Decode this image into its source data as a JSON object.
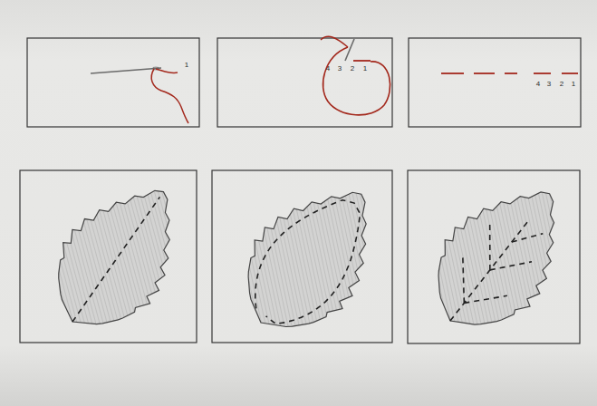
{
  "diagram": {
    "labels": [
      "1",
      "4",
      "3",
      "2",
      "1",
      "4",
      "3",
      "2",
      "1"
    ]
  }
}
